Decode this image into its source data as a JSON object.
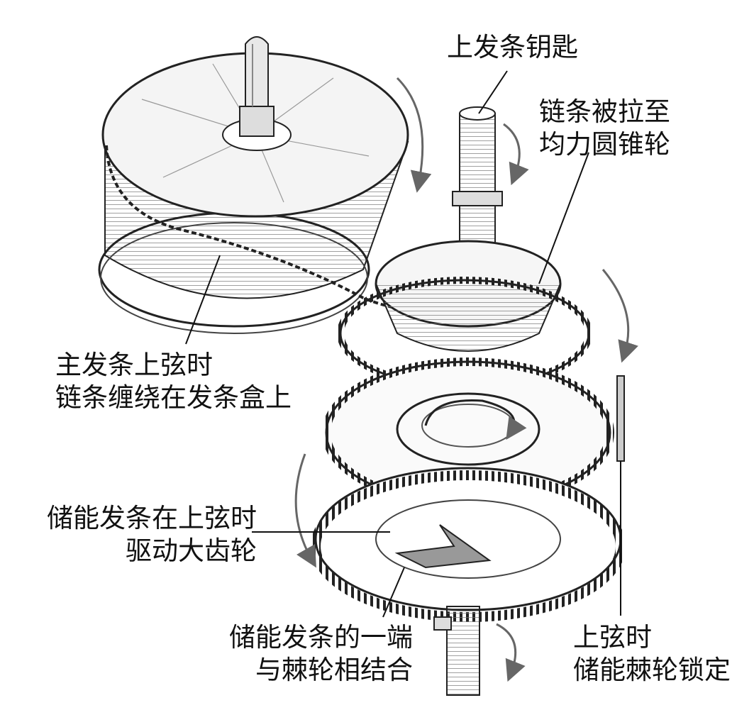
{
  "labels": {
    "winding_key": [
      "上发条钥匙"
    ],
    "chain_to_fusee": [
      "链条被拉至",
      "均力圆锥轮"
    ],
    "chain_wraps_barrel": [
      "主发条上弦时",
      "链条缠绕在发条盒上"
    ],
    "auxiliary_spring_drives": [
      "储能发条在上弦时",
      "驱动大齿轮"
    ],
    "spring_end_ratchet": [
      "储能发条的一端",
      "与棘轮相结合"
    ],
    "ratchet_locked": [
      "上弦时",
      "储能棘轮锁定"
    ]
  },
  "colors": {
    "ink": "#111111",
    "shade": "#8a8a8a",
    "paper": "#ffffff"
  }
}
